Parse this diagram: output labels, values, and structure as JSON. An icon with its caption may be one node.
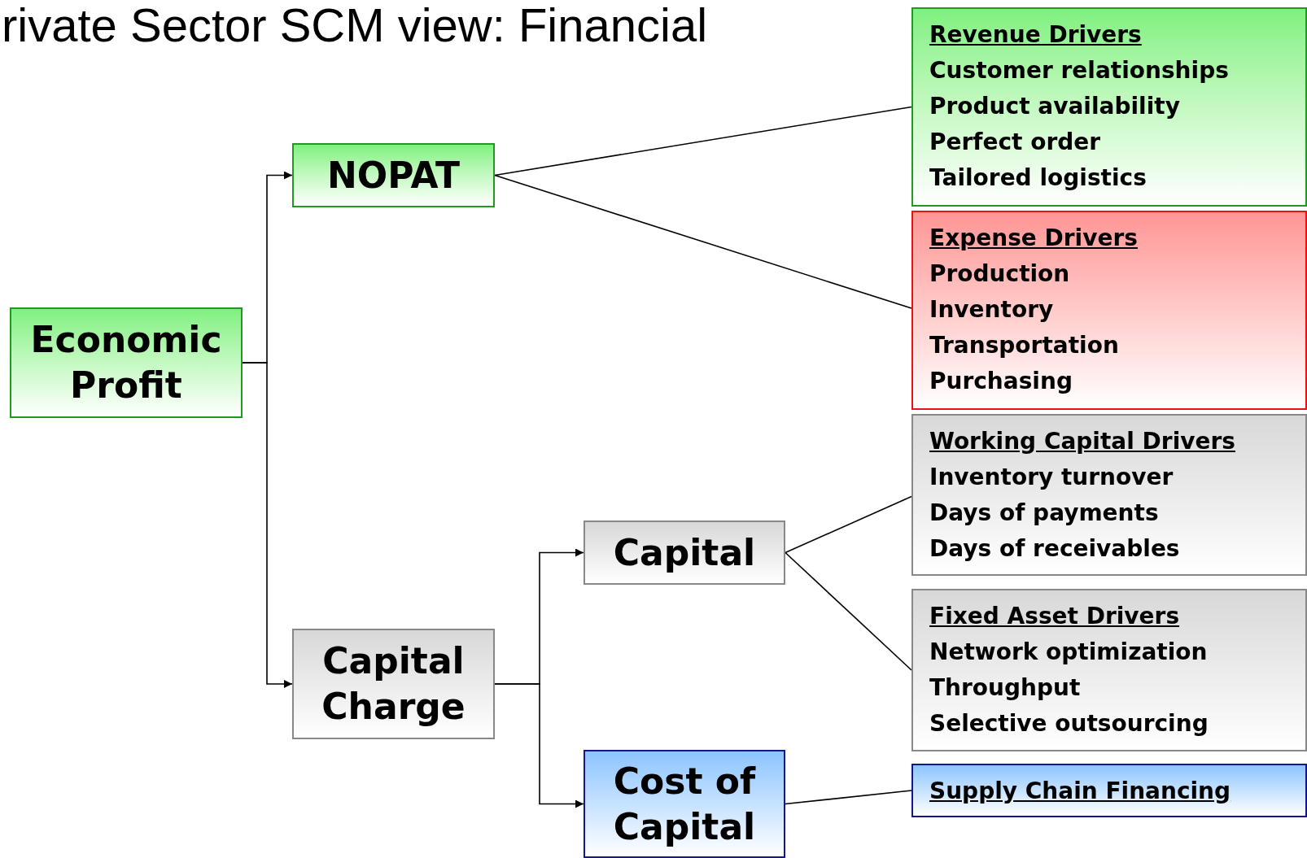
{
  "diagram": {
    "title": "rivate Sector SCM view: Financial",
    "nodes": [
      {
        "text": [
          "Economic Profit"
        ]
      },
      {
        "text": [
          "NOPAT"
        ]
      },
      {
        "text": [
          "Capital Charge"
        ]
      },
      {
        "text": [
          "Capital"
        ]
      },
      {
        "text": [
          "Cost of Capital"
        ]
      },
      {
        "text": [
          "Revenue Drivers",
          "Customer relationships",
          "Product availability",
          "Perfect order",
          "Tailored logistics"
        ]
      },
      {
        "text": [
          "Expense Drivers",
          "Production",
          "Inventory",
          "Transportation",
          "Purchasing"
        ]
      },
      {
        "text": [
          "Working Capital Drivers",
          "Inventory turnover",
          "Days of payments",
          "Days of receivables"
        ]
      },
      {
        "text": [
          "Fixed Asset Drivers",
          "Network optimization",
          "Throughput",
          "Selective outsourcing"
        ]
      },
      {
        "text": [
          "Supply Chain Financing"
        ]
      }
    ],
    "edges": [
      {
        "from": 0,
        "to": 1,
        "arrow": "to"
      },
      {
        "from": 0,
        "to": 2,
        "arrow": "to"
      },
      {
        "from": 2,
        "to": 3,
        "arrow": "to"
      },
      {
        "from": 2,
        "to": 4,
        "arrow": "to"
      },
      {
        "from": 1,
        "to": 5,
        "arrow": "none"
      },
      {
        "from": 1,
        "to": 6,
        "arrow": "none"
      },
      {
        "from": 3,
        "to": 7,
        "arrow": "none"
      },
      {
        "from": 3,
        "to": 8,
        "arrow": "none"
      },
      {
        "from": 4,
        "to": 9,
        "arrow": "none"
      }
    ]
  }
}
